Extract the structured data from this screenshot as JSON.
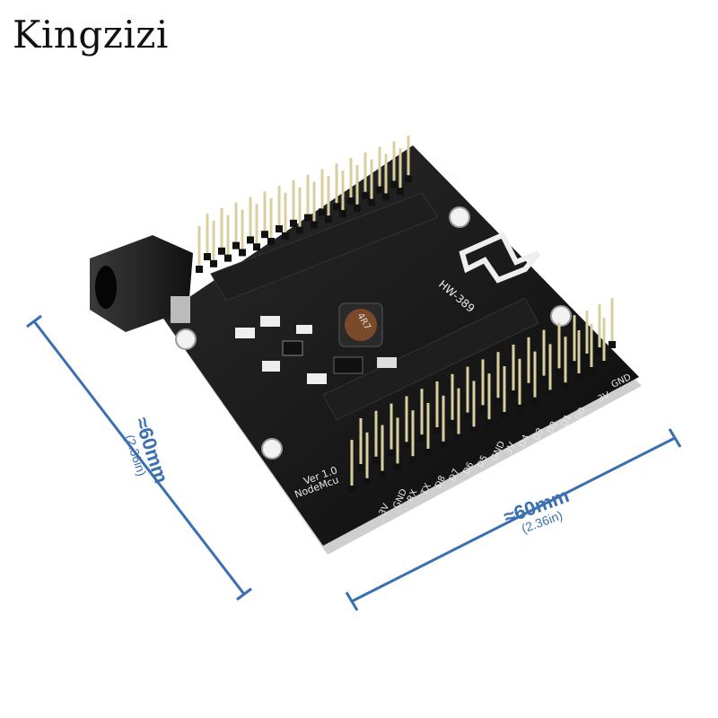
{
  "brand": {
    "name": "Kingzizi"
  },
  "board": {
    "model_label": "HW-389",
    "inductor_label": "4R7",
    "silkscreen_name": "NodeMcu",
    "silkscreen_version": "Ver 1.0",
    "pin_labels_front": [
      "3V",
      "GND",
      "RX",
      "TX",
      "D8",
      "D7",
      "D6",
      "D5",
      "GND",
      "3V",
      "D4",
      "D3",
      "D2",
      "D1",
      "D0"
    ],
    "pin_labels_corner": [
      "GND",
      "3V"
    ]
  },
  "dimensions": {
    "left": {
      "main": "≈60mm",
      "sub": "(2.36in)"
    },
    "right": {
      "main": "≈60mm",
      "sub": "(2.36in)"
    }
  },
  "colors": {
    "pcb": "#141414",
    "header": "#1c1c1c",
    "pin": "#d8cfa0",
    "dimension": "#3a6fb0",
    "silkscreen": "#e8e8e8"
  }
}
